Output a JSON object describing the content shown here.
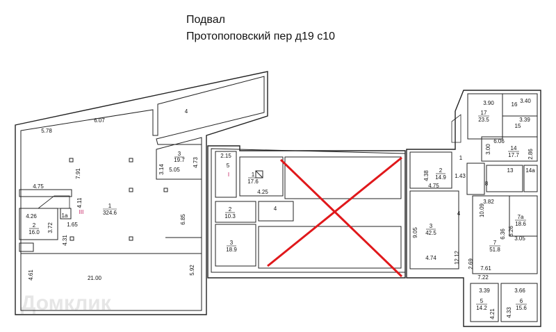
{
  "header": {
    "floor": "Подвал",
    "address": "Протопоповский пер д19 с10"
  },
  "watermark": "Домклик",
  "colors": {
    "cross": "#e0181b",
    "marker": "#c2185b"
  },
  "left_block": {
    "room4": "4",
    "dim_578": "5.78",
    "dim_607": "6.07",
    "room3": {
      "num": "3",
      "area": "19.7"
    },
    "dim_314": "3.14",
    "dim_505": "5.05",
    "dim_473": "4.73",
    "dim_791": "7.91",
    "dim_475": "4.75",
    "room1": {
      "num": "1",
      "area": "324.6"
    },
    "dim_411": "4.11",
    "marker": "III",
    "dim_426": "4.26",
    "room2": {
      "num": "2",
      "area": "16.0"
    },
    "dim_372": "3.72",
    "room1a": "1а",
    "dim_165": "1.65",
    "dim_431": "4.31",
    "dim_685": "6.85",
    "dim_461": "4.61",
    "dim_2100": "21.00",
    "dim_592": "5.92"
  },
  "middle_block": {
    "dim_215": "2.15",
    "room5": "5",
    "marker": "I",
    "room1": {
      "num": "1",
      "area": "17.6"
    },
    "dim_425": "4.25",
    "room2": {
      "num": "2",
      "area": "10.3"
    },
    "room4": "4",
    "room3": {
      "num": "3",
      "area": "18.9"
    }
  },
  "right_block": {
    "dim_438": "4.38",
    "room2": {
      "num": "2",
      "area": "14.9"
    },
    "dim_475": "4.75",
    "room1": "1",
    "dim_143": "1.43",
    "room3": {
      "num": "3",
      "area": "42.5"
    },
    "dim_905": "9.05",
    "dim_474": "4.74",
    "dim_1212": "12.12",
    "room4": "4",
    "dim_390": "3.90",
    "room17": {
      "num": "17",
      "area": "23.5"
    },
    "room16": "16",
    "dim_340": "3.40",
    "dim_339a": "3.39",
    "room15": "15",
    "dim_606": "6.06",
    "room14": {
      "num": "14",
      "area": "17.7"
    },
    "dim_300": "3.00",
    "dim_286": "2.86",
    "room13": "13",
    "room14a": "14а",
    "room8": "8",
    "dim_382": "3.82",
    "dim_1009": "10.09",
    "room7a": {
      "num": "7а",
      "area": "18.6"
    },
    "dim_636": "6.36",
    "dim_626": "6.26",
    "dim_305": "3.05",
    "room7": {
      "num": "7",
      "area": "51.8"
    },
    "dim_269": "2.69",
    "dim_761": "7.61",
    "dim_722": "7.22",
    "dim_339b": "3.39",
    "room5": {
      "num": "5",
      "area": "14.2"
    },
    "dim_421": "4.21",
    "dim_366": "3.66",
    "room6": {
      "num": "6",
      "area": "15.6"
    },
    "dim_433": "4.33"
  }
}
